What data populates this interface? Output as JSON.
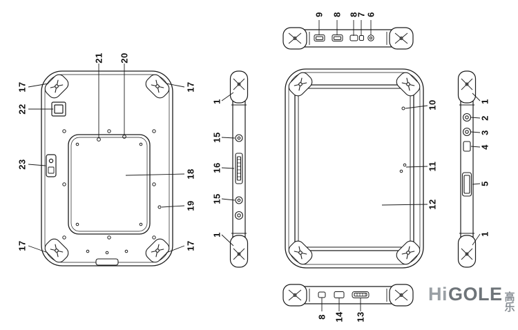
{
  "callouts": {
    "back": [
      "21",
      "20",
      "17",
      "17",
      "22",
      "23",
      "17",
      "17",
      "18",
      "19"
    ],
    "left_side": [
      "1",
      "15",
      "16",
      "15",
      "1"
    ],
    "front": [
      "10",
      "11",
      "12"
    ],
    "right_side": [
      "1",
      "2",
      "3",
      "4",
      "5",
      "1"
    ],
    "top": [
      "9",
      "8",
      "8",
      "7",
      "6"
    ],
    "bottom": [
      "8",
      "14",
      "13"
    ]
  },
  "brand": {
    "hi": "Hi",
    "gole": "GOLE",
    "cn": "高乐"
  },
  "colors": {
    "line": "#1a1a1a",
    "label": "#111111",
    "brand_gray": "#8a8f94"
  }
}
